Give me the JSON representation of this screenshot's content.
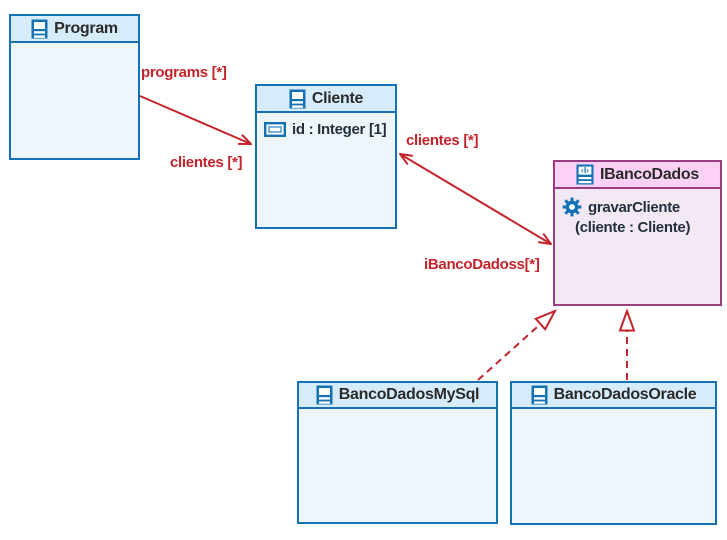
{
  "diagram": {
    "type": "uml-class-diagram",
    "background": "#ffffff",
    "colors": {
      "class_border": "#1272b4",
      "class_header_bg": "#d7ecfa",
      "class_body_bg": "#eef5fb",
      "interface_border": "#9c3c82",
      "interface_header_bg": "#fbd1f5",
      "interface_body_bg": "#f3e9f4",
      "connector_red": "#c5232b",
      "title_text": "#2b2b2b",
      "member_text": "#23313f"
    }
  },
  "icons": {
    "interface_glyph": "‹I›"
  },
  "classes": {
    "program": {
      "name": "Program"
    },
    "cliente": {
      "name": "Cliente",
      "attribute": "id : Integer [1]"
    },
    "ibancodados": {
      "name": "IBancoDados",
      "operation_name": "gravarCliente",
      "operation_params": "(cliente : Cliente)"
    },
    "mysql": {
      "name": "BancoDadosMySql"
    },
    "oracle": {
      "name": "BancoDadosOracle"
    }
  },
  "labels": {
    "programs": "programs [*]",
    "clientes_from_program": "clientes [*]",
    "clientes_from_interface": "clientes [*]",
    "ibancodadoss": "iBancoDadoss[*]"
  }
}
